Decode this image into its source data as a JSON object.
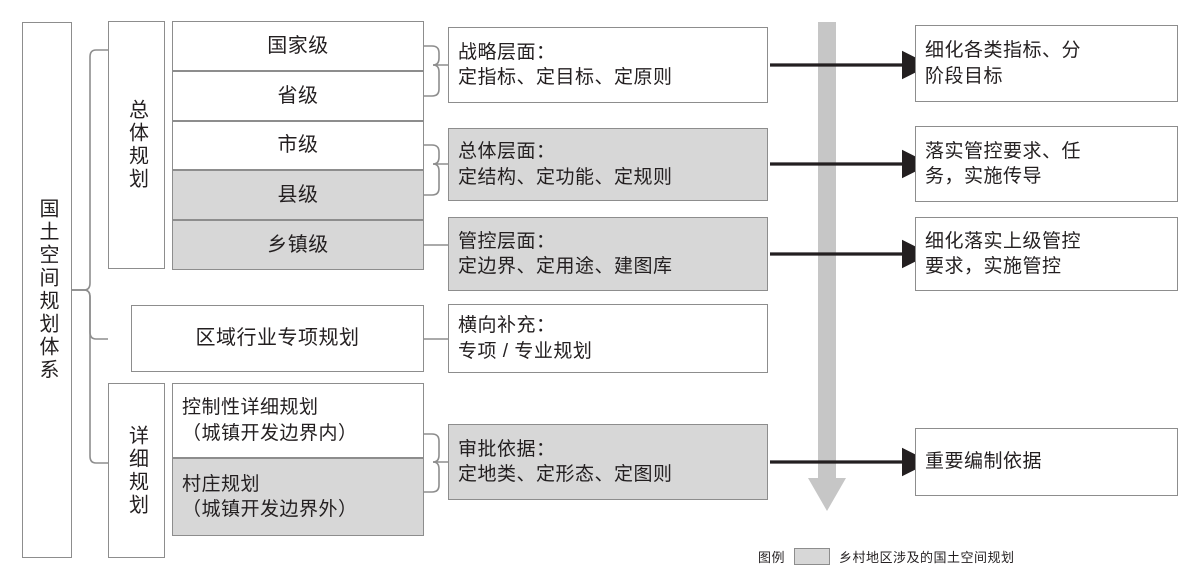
{
  "diagram": {
    "title": "国土空间规划体系",
    "root": {
      "label": "国土空间规划体系"
    },
    "groups": [
      {
        "label": "总体规划"
      },
      {
        "label": "详细规划"
      }
    ],
    "levels": [
      {
        "label": "国家级",
        "shaded": false
      },
      {
        "label": "省级",
        "shaded": false
      },
      {
        "label": "市级",
        "shaded": false
      },
      {
        "label": "县级",
        "shaded": true
      },
      {
        "label": "乡镇级",
        "shaded": true
      }
    ],
    "special_plan": {
      "label": "区域行业专项规划",
      "shaded": false
    },
    "detailed_plans": [
      {
        "label": "控制性详细规划\n（城镇开发边界内）",
        "shaded": false
      },
      {
        "label": "村庄规划\n（城镇开发边界外）",
        "shaded": true
      }
    ],
    "aspects": [
      {
        "label": "战略层面：\n定指标、定目标、定原则",
        "shaded": false
      },
      {
        "label": "总体层面：\n定结构、定功能、定规则",
        "shaded": true
      },
      {
        "label": "管控层面：\n定边界、定用途、建图库",
        "shaded": true
      },
      {
        "label": "横向补充：\n专项 / 专业规划",
        "shaded": false
      },
      {
        "label": "审批依据：\n定地类、定形态、定图则",
        "shaded": true
      }
    ],
    "outcomes": [
      {
        "label": "细化各类指标、分\n阶段目标"
      },
      {
        "label": "落实管控要求、任\n务，实施传导"
      },
      {
        "label": "细化落实上级管控\n要求，实施管控"
      },
      {
        "label": "重要编制依据"
      }
    ],
    "legend": {
      "title": "图例",
      "swatch_label": "乡村地区涉及的国土空间规划",
      "swatch_color": "#d7d7d7"
    },
    "colors": {
      "stroke": "#8d8d8d",
      "shaded_fill": "#d7d7d7",
      "arrow": "#231f20",
      "gray_arrow": "#c6c6c6",
      "text": "#231f20"
    }
  }
}
